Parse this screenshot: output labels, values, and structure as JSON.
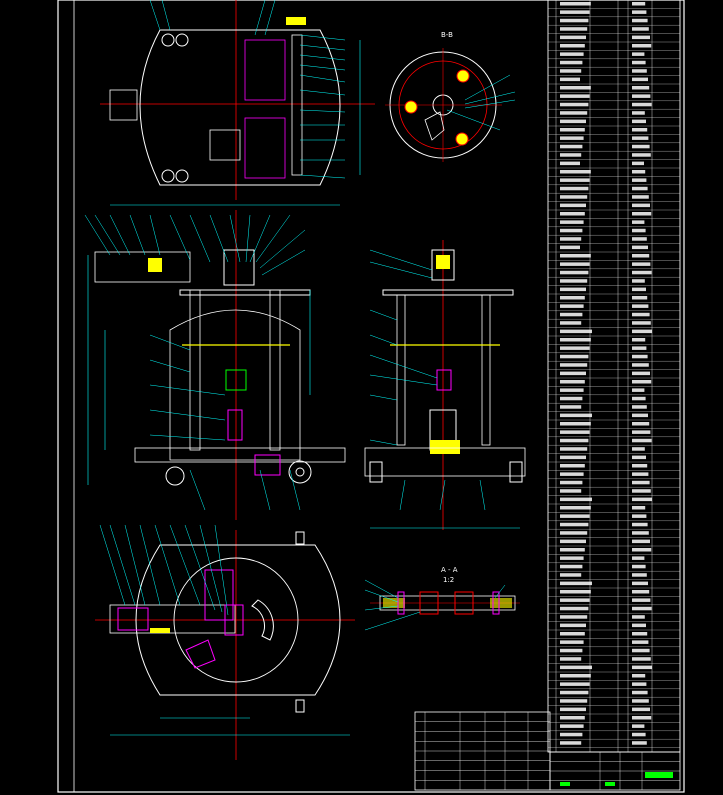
{
  "section_labels": {
    "bb": "B-B",
    "aa": "A - A",
    "aa_scale": "1:2"
  },
  "colors": {
    "background": "#000000",
    "frame": "#ffffff",
    "dimension": "#00ffff",
    "outline": "#ffffff",
    "centerline": "#ff0000",
    "part_yellow": "#ffff00",
    "part_magenta": "#ff00ff",
    "title_green": "#00ff00"
  },
  "title_block": {
    "cells": [
      "",
      "",
      "",
      "",
      "",
      "",
      "",
      ""
    ]
  }
}
